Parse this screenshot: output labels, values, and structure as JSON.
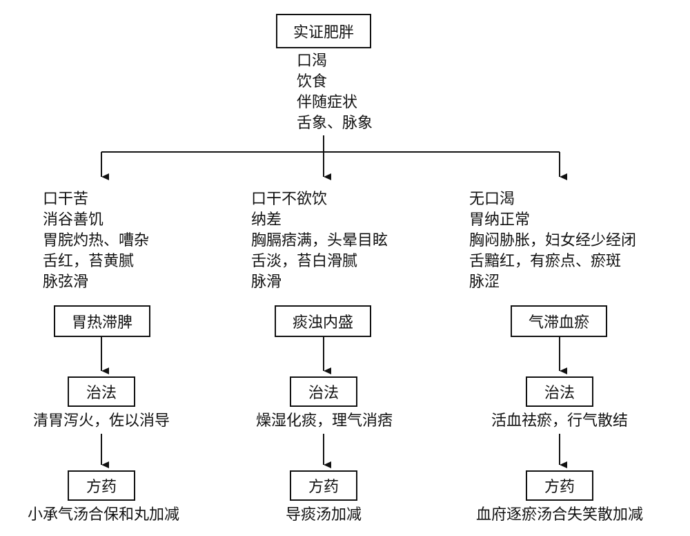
{
  "root": {
    "title": "实证肥胖",
    "factors": [
      "口渴",
      "饮食",
      "伴随症状",
      "舌象、脉象"
    ]
  },
  "branches": [
    {
      "symptoms": [
        "口干苦",
        "消谷善饥",
        "胃脘灼热、嘈杂",
        "舌红，苔黄腻",
        "脉弦滑"
      ],
      "diagnosis": "胃热滞脾",
      "method_label": "治法",
      "method": "清胃泻火，佐以消导",
      "formula_label": "方药",
      "formula": "小承气汤合保和丸加减"
    },
    {
      "symptoms": [
        "口干不欲饮",
        "纳差",
        "胸膈痞满，头晕目眩",
        "舌淡，苔白滑腻",
        "脉滑"
      ],
      "diagnosis": "痰浊内盛",
      "method_label": "治法",
      "method": "燥湿化痰，理气消痞",
      "formula_label": "方药",
      "formula": "导痰汤加减"
    },
    {
      "symptoms": [
        "无口渴",
        "胃纳正常",
        "胸闷胁胀，妇女经少经闭",
        "舌黯红，有瘀点、瘀斑",
        "脉涩"
      ],
      "diagnosis": "气滞血瘀",
      "method_label": "治法",
      "method": "活血祛瘀，行气散结",
      "formula_label": "方药",
      "formula": "血府逐瘀汤合失笑散加减"
    }
  ]
}
